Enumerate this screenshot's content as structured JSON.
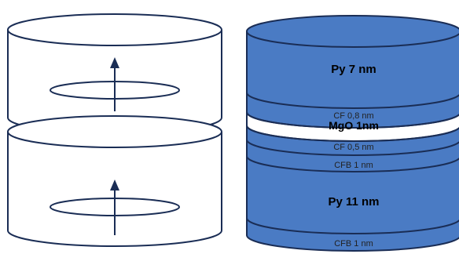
{
  "diagram": {
    "fill_color": "#4a7bc4",
    "line_color": "#1a2d55",
    "barrier_color": "#ffffff",
    "left_stack": {
      "upper_disc": {
        "magnetization": "arrow-up"
      },
      "lower_disc": {
        "magnetization": "arrow-up"
      }
    },
    "right_stack": {
      "layers": [
        {
          "label": "Py 7 nm",
          "style": "bold"
        },
        {
          "label": "CF 0,8 nm",
          "style": "small"
        },
        {
          "label": "MgO 1nm",
          "style": "barrier"
        },
        {
          "label": "CF 0,5 nm",
          "style": "small"
        },
        {
          "label": "CFB 1 nm",
          "style": "small"
        },
        {
          "label": "Py 11 nm",
          "style": "bold"
        },
        {
          "label": "CFB 1 nm",
          "style": "small"
        }
      ]
    }
  }
}
